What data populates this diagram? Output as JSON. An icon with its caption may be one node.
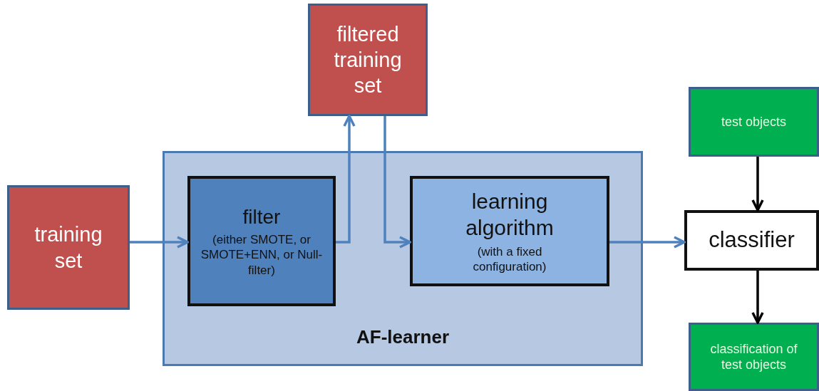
{
  "diagram": {
    "nodes": [
      {
        "text": [
          "training set"
        ]
      },
      {
        "text": [
          "filtered training set"
        ]
      },
      {
        "text": [
          "AF-learner"
        ]
      },
      {
        "text": [
          "filter",
          "(either SMOTE, or SMOTE+ENN, or Null-filter)"
        ],
        "in": 2
      },
      {
        "text": [
          "learning algorithm",
          "(with a fixed configuration)"
        ],
        "in": 2
      },
      {
        "text": [
          "test objects"
        ]
      },
      {
        "text": [
          "classifier"
        ]
      },
      {
        "text": [
          "classification of test objects"
        ]
      }
    ],
    "edges": [
      {
        "from": 0,
        "to": 3,
        "arrow": "to"
      },
      {
        "from": 3,
        "to": 1,
        "arrow": "to"
      },
      {
        "from": 1,
        "to": 4,
        "arrow": "to"
      },
      {
        "from": 4,
        "to": 6,
        "arrow": "to"
      },
      {
        "from": 5,
        "to": 6,
        "arrow": "to",
        "color": "#000000"
      },
      {
        "from": 6,
        "to": 7,
        "arrow": "to",
        "color": "#000000"
      }
    ]
  }
}
